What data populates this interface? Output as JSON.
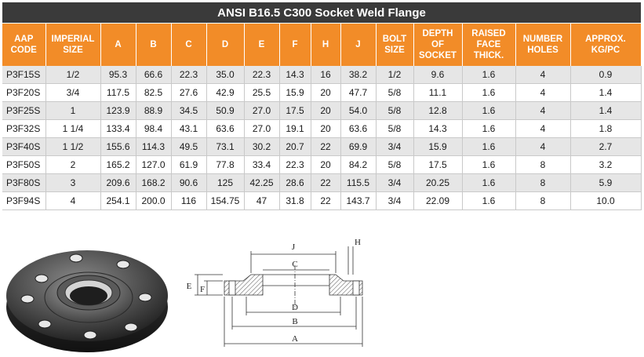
{
  "title": "ANSI B16.5 C300 Socket Weld Flange",
  "columns": [
    "AAP CODE",
    "IMPERIAL SIZE",
    "A",
    "B",
    "C",
    "D",
    "E",
    "F",
    "H",
    "J",
    "BOLT SIZE",
    "DEPTH OF SOCKET",
    "RAISED FACE THICK.",
    "NUMBER HOLES",
    "APPROX. KG/PC"
  ],
  "rows": [
    [
      "P3F15S",
      "1/2",
      "95.3",
      "66.6",
      "22.3",
      "35.0",
      "22.3",
      "14.3",
      "16",
      "38.2",
      "1/2",
      "9.6",
      "1.6",
      "4",
      "0.9"
    ],
    [
      "P3F20S",
      "3/4",
      "117.5",
      "82.5",
      "27.6",
      "42.9",
      "25.5",
      "15.9",
      "20",
      "47.7",
      "5/8",
      "11.1",
      "1.6",
      "4",
      "1.4"
    ],
    [
      "P3F25S",
      "1",
      "123.9",
      "88.9",
      "34.5",
      "50.9",
      "27.0",
      "17.5",
      "20",
      "54.0",
      "5/8",
      "12.8",
      "1.6",
      "4",
      "1.4"
    ],
    [
      "P3F32S",
      "1 1/4",
      "133.4",
      "98.4",
      "43.1",
      "63.6",
      "27.0",
      "19.1",
      "20",
      "63.6",
      "5/8",
      "14.3",
      "1.6",
      "4",
      "1.8"
    ],
    [
      "P3F40S",
      "1 1/2",
      "155.6",
      "114.3",
      "49.5",
      "73.1",
      "30.2",
      "20.7",
      "22",
      "69.9",
      "3/4",
      "15.9",
      "1.6",
      "4",
      "2.7"
    ],
    [
      "P3F50S",
      "2",
      "165.2",
      "127.0",
      "61.9",
      "77.8",
      "33.4",
      "22.3",
      "20",
      "84.2",
      "5/8",
      "17.5",
      "1.6",
      "8",
      "3.2"
    ],
    [
      "P3F80S",
      "3",
      "209.6",
      "168.2",
      "90.6",
      "125",
      "42.25",
      "28.6",
      "22",
      "115.5",
      "3/4",
      "20.25",
      "1.6",
      "8",
      "5.9"
    ],
    [
      "P3F94S",
      "4",
      "254.1",
      "200.0",
      "116",
      "154.75",
      "47",
      "31.8",
      "22",
      "143.7",
      "3/4",
      "22.09",
      "1.6",
      "8",
      "10.0"
    ]
  ],
  "diagram_labels": {
    "J": "J",
    "H": "H",
    "C": "C",
    "E": "E",
    "F": "F",
    "D": "D",
    "B": "B",
    "A": "A"
  },
  "colors": {
    "header_orange": "#f28c28",
    "title_dark": "#3a3a3a",
    "row_shade": "#e6e6e6"
  }
}
